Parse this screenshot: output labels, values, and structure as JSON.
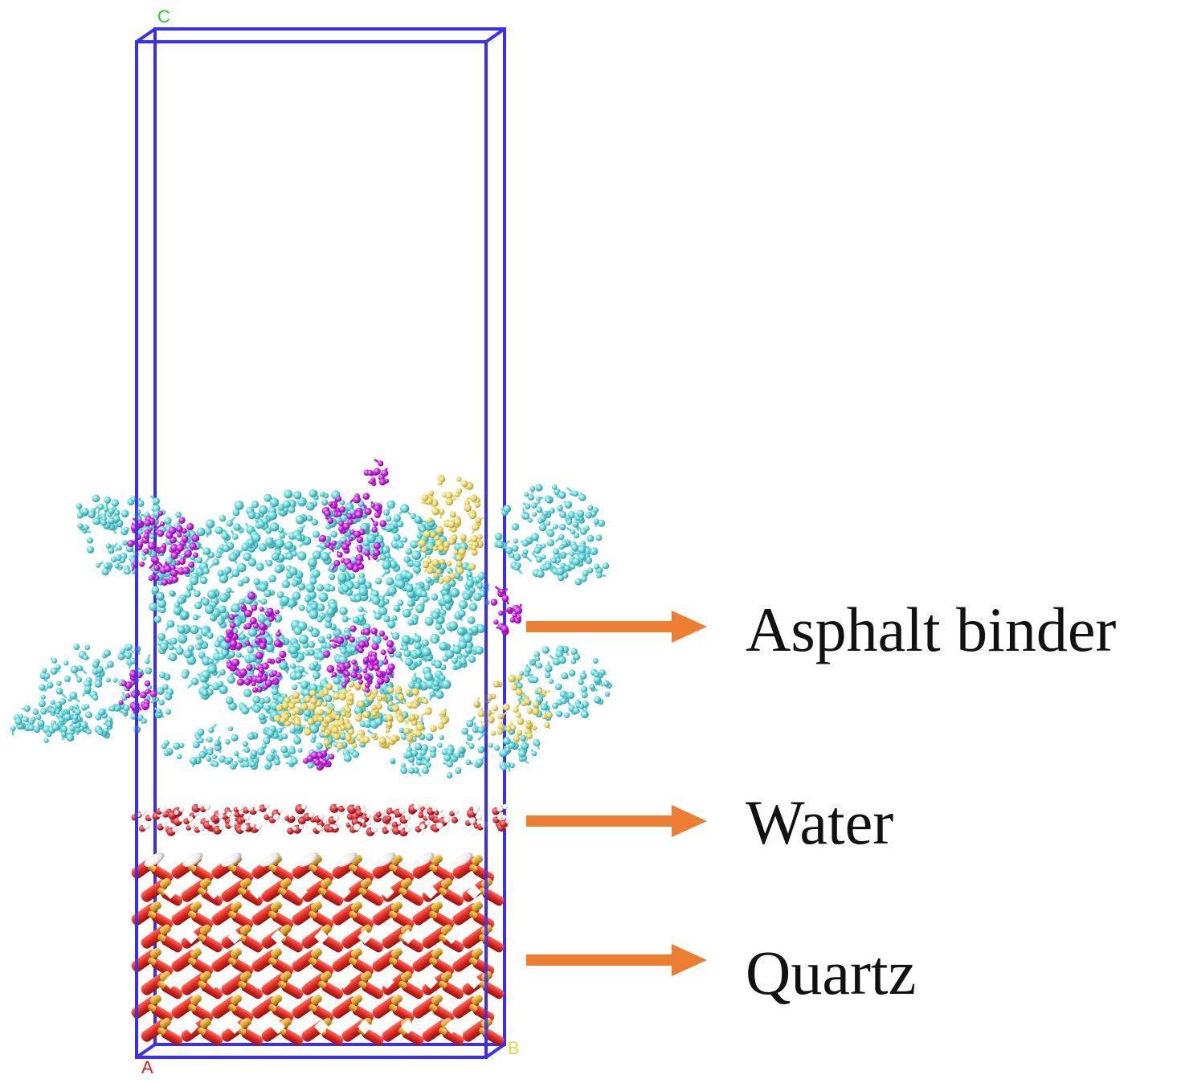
{
  "colors": {
    "cell_box": "#3a2ff0",
    "arrow": "#ed7d31",
    "asphalt_carbon": "#5fd3d6",
    "asphalt_resin": "#c218d8",
    "asphalt_sulfur": "#e8d46a",
    "water_oxygen": "#d2262a",
    "water_hydrogen": "#f0f0f0",
    "quartz_oxygen": "#e0261f",
    "quartz_silicon": "#e3a92a",
    "axis_c": "#22cc22",
    "axis_a": "#e02020",
    "axis_b": "#dddd33"
  },
  "axes": {
    "c": "C",
    "a": "A",
    "b": "B"
  },
  "layers": [
    {
      "key": "asphalt",
      "label": "Asphalt binder"
    },
    {
      "key": "water",
      "label": "Water"
    },
    {
      "key": "quartz",
      "label": "Quartz"
    }
  ]
}
